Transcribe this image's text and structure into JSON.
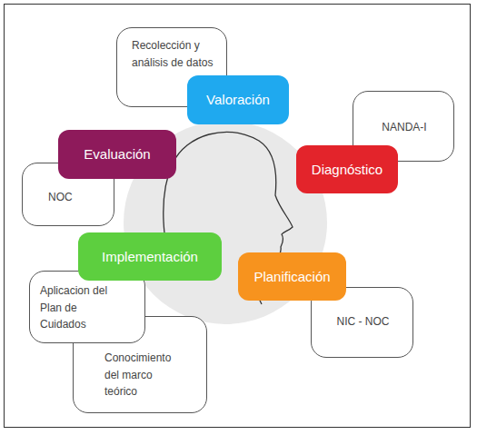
{
  "diagram": {
    "nodes": [
      {
        "text": [
          "Recolección y análisis de datos"
        ]
      },
      {
        "text": [
          "Valoración"
        ]
      },
      {
        "text": [
          "NANDA-I"
        ]
      },
      {
        "text": [
          "Diagnóstico"
        ]
      },
      {
        "text": [
          "Evaluación"
        ]
      },
      {
        "text": [
          "NOC"
        ]
      },
      {
        "text": [
          "Implementación"
        ]
      },
      {
        "text": [
          "Planificación"
        ]
      },
      {
        "text": [
          "Aplicacion del Plan de Cuidados"
        ]
      },
      {
        "text": [
          "NIC - NOC"
        ]
      },
      {
        "text": [
          "Conocimiento del marco teórico"
        ]
      }
    ]
  }
}
